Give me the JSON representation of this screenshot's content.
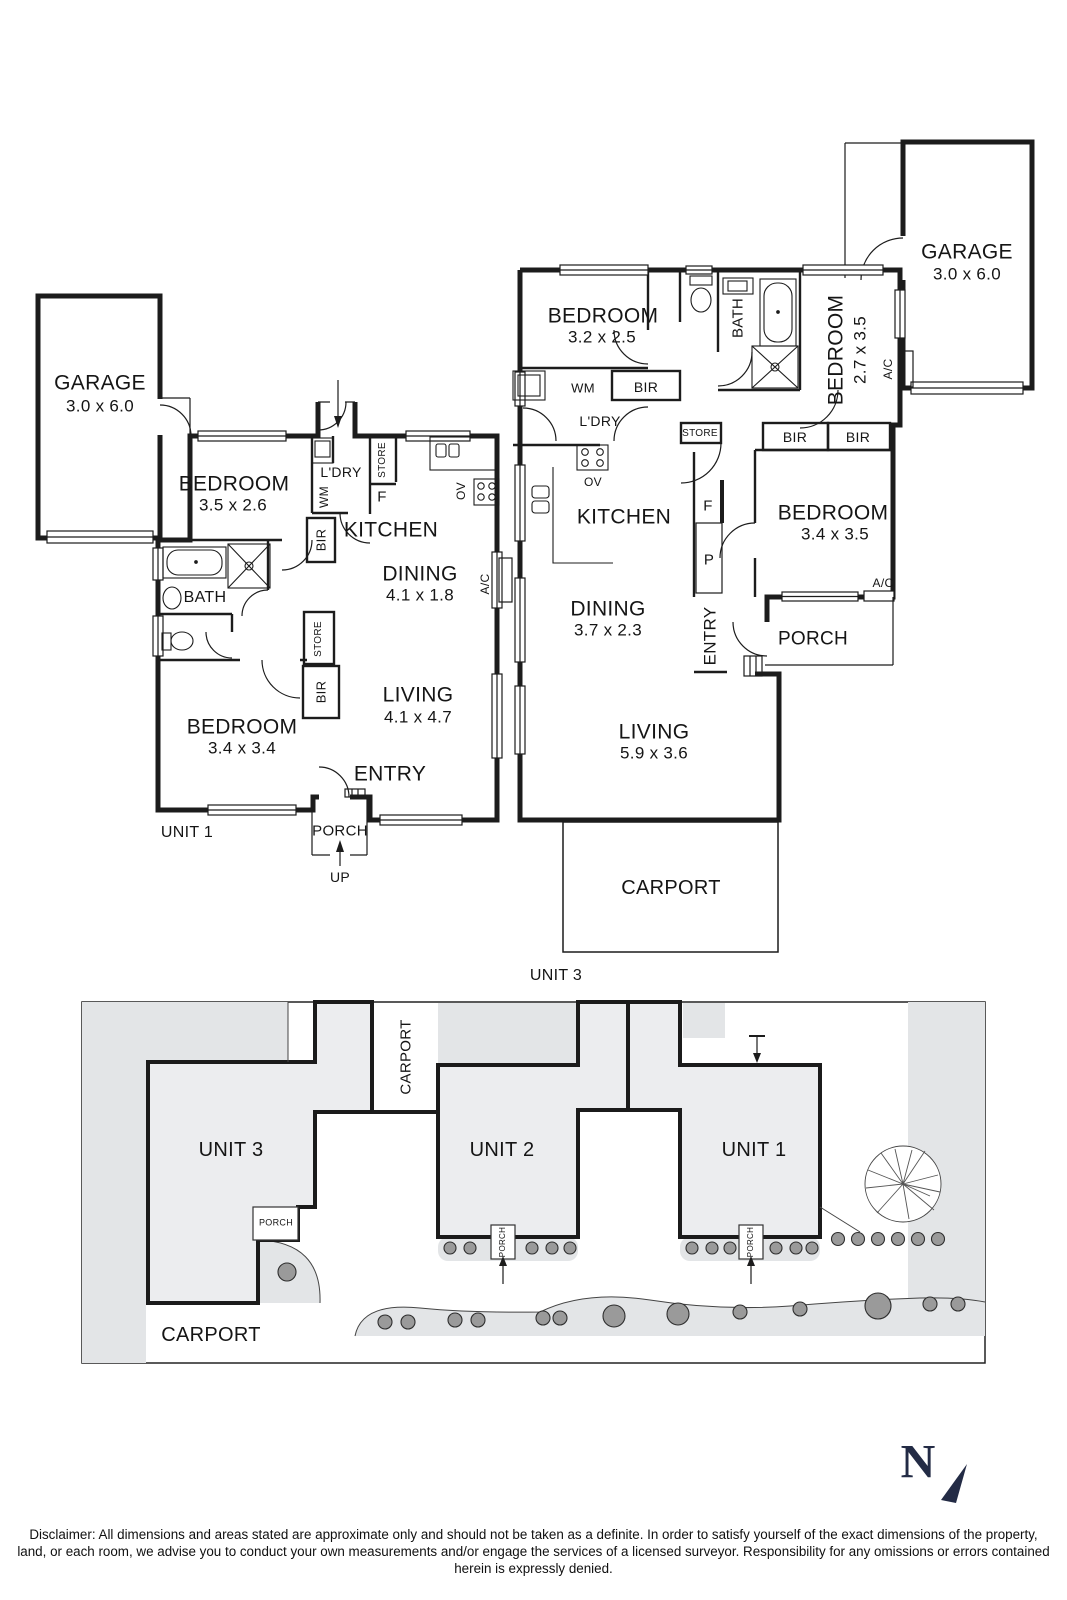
{
  "colors": {
    "wall": "#1c1c1c",
    "site_grey": "#e3e5e7",
    "building_grey": "#ecedef",
    "north": "#232b45"
  },
  "unit1_plan": {
    "unit_label": "UNIT 1",
    "garage": "GARAGE",
    "garage_dim": "3.0 x 6.0",
    "bedroom1": "BEDROOM",
    "bedroom1_dim": "3.5 x 2.6",
    "laundry": "L'DRY",
    "wm": "WM",
    "store_top": "STORE",
    "fridge": "F",
    "bir_top": "BIR",
    "kitchen": "KITCHEN",
    "oven": "OV",
    "dining": "DINING",
    "dining_dim": "4.1 x 1.8",
    "ac": "A/C",
    "bath": "BATH",
    "store_mid": "STORE",
    "bir_mid": "BIR",
    "bedroom2": "BEDROOM",
    "bedroom2_dim": "3.4 x 3.4",
    "living": "LIVING",
    "living_dim": "4.1 x 4.7",
    "entry": "ENTRY",
    "porch": "PORCH",
    "up": "UP"
  },
  "unit3_plan": {
    "unit_label": "UNIT 3",
    "garage": "GARAGE",
    "garage_dim": "3.0 x 6.0",
    "bedroom1": "BEDROOM",
    "bedroom1_dim": "3.2 x 2.5",
    "bath": "BATH",
    "bedroom2": "BEDROOM",
    "bedroom2_dim": "2.7 x 3.5",
    "ac_top": "A/C",
    "wm": "WM",
    "bir_a": "BIR",
    "laundry": "L'DRY",
    "store": "STORE",
    "bir_b": "BIR",
    "bir_c": "BIR",
    "oven": "OV",
    "kitchen": "KITCHEN",
    "fridge": "F",
    "pantry": "P",
    "bedroom3": "BEDROOM",
    "bedroom3_dim": "3.4 x 3.5",
    "dining": "DINING",
    "dining_dim": "3.7 x 2.3",
    "entry": "ENTRY",
    "porch": "PORCH",
    "ac_porch": "A/C",
    "living": "LIVING",
    "living_dim": "5.9 x 3.6",
    "carport": "CARPORT"
  },
  "site_plan": {
    "unit1": "UNIT 1",
    "unit2": "UNIT 2",
    "unit3": "UNIT 3",
    "carport_top": "CARPORT",
    "carport_bottom": "CARPORT",
    "porch_unit3": "PORCH",
    "porch_unit2": "PORCH",
    "porch_unit1": "PORCH"
  },
  "compass": {
    "north": "N"
  },
  "footer": {
    "disclaimer": "Disclaimer: All dimensions and areas stated are approximate only and should not be taken as a definite. In order to satisfy yourself of the exact dimensions of the property, land, or each room, we advise you to conduct your own measurements and/or engage the services of a licensed surveyor. Responsibility for any omissions or errors contained herein is expressly denied."
  }
}
